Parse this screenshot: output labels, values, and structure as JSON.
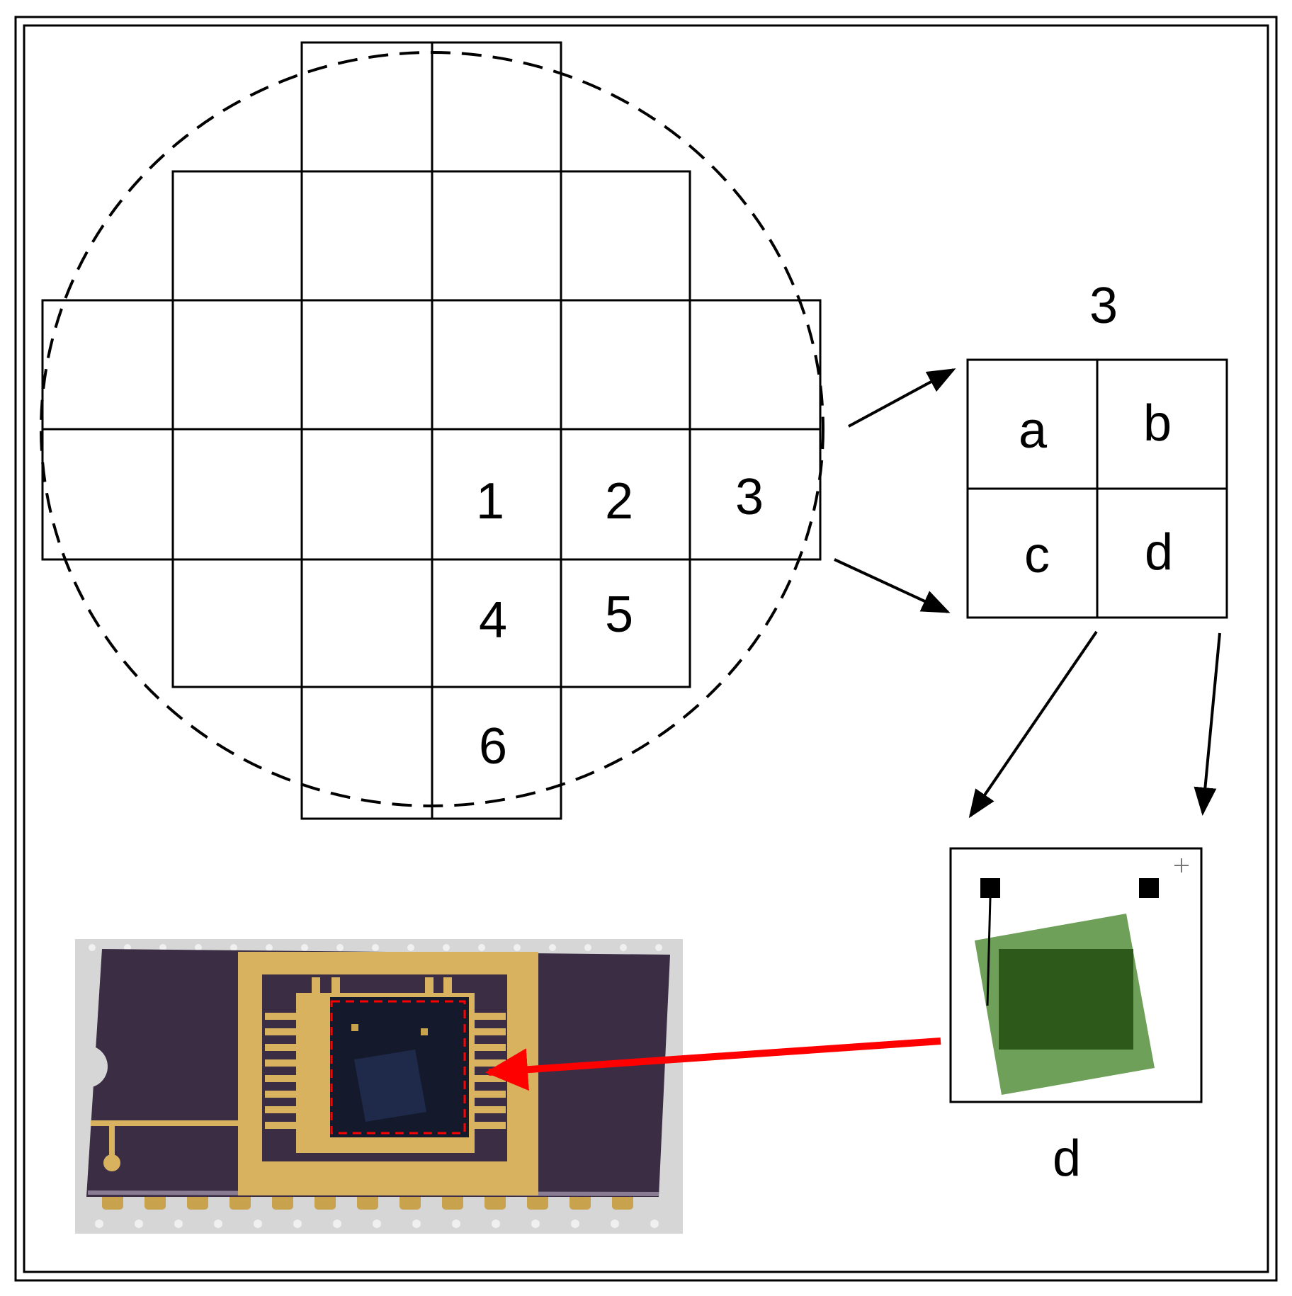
{
  "wafer": {
    "die_labels": [
      "1",
      "2",
      "3",
      "4",
      "5",
      "6"
    ]
  },
  "die_detail": {
    "title": "3",
    "quadrants": [
      "a",
      "b",
      "c",
      "d"
    ]
  },
  "chip_detail": {
    "label": "d"
  },
  "colors": {
    "line": "#000000",
    "film_light": "#6fa05a",
    "film_dark": "#2d5a1a",
    "arrow_red": "#ff0000",
    "package_body": "#3a2d44",
    "gold": "#d9b25f"
  }
}
